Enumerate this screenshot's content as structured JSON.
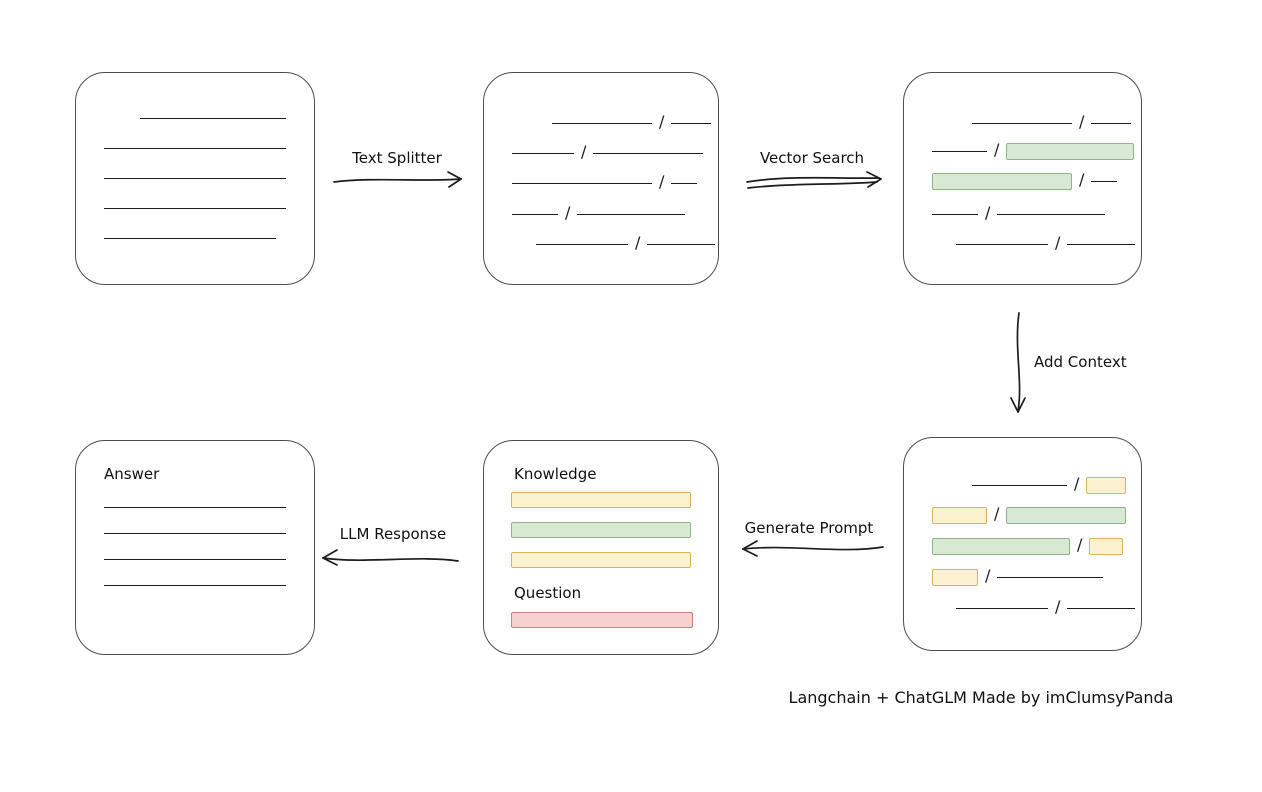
{
  "diagram": {
    "arrow_labels": {
      "text_splitter": "Text Splitter",
      "vector_search": "Vector Search",
      "add_context": "Add Context",
      "generate_prompt": "Generate Prompt",
      "llm_response": "LLM Response"
    },
    "prompt_box": {
      "knowledge_label": "Knowledge",
      "question_label": "Question"
    },
    "answer_box": {
      "label": "Answer"
    },
    "footer_credit": "Langchain + ChatGLM Made by imClumsyPanda",
    "glyphs": {
      "slash": "/"
    },
    "colors": {
      "box_stroke": "#4b4e53",
      "line_stroke": "#1c1c1c",
      "green_fill": "#d8e9d3",
      "green_stroke": "#8fb58b",
      "yellow_fill": "#fdf2d0",
      "yellow_stroke": "#d9b65c",
      "red_fill": "#f6d0cc",
      "red_stroke": "#c9827e"
    }
  }
}
